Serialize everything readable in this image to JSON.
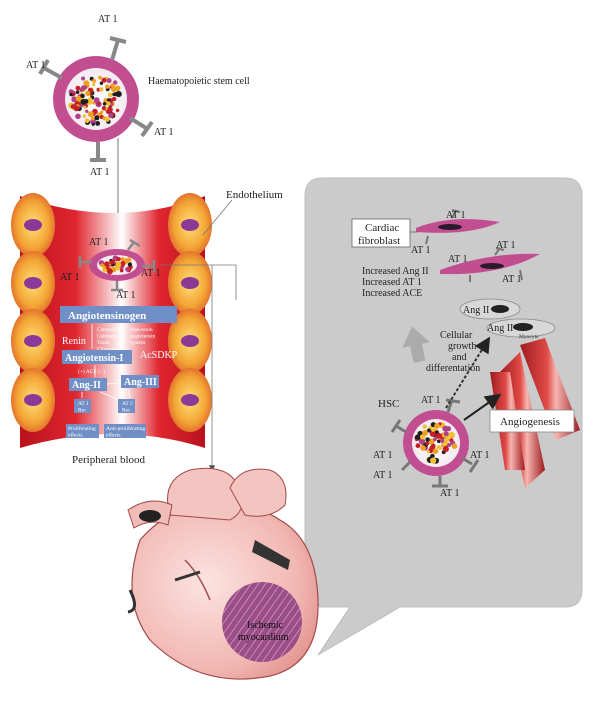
{
  "labels": {
    "stem_cell": "Haematopoietic stem cell",
    "at1": "AT 1",
    "endothelium": "Endothelium",
    "peripheral_blood": "Peripheral blood",
    "cardiac_fibroblast_line1": "Cardiac",
    "cardiac_fibroblast_line2": "fibroblast",
    "increased_ang2": "Increased Ang II",
    "increased_at1": "Increased AT 1",
    "increased_ace": "Increased ACE",
    "ang2": "Ang II",
    "myocyte": "Myocyte",
    "cellular_line1": "Cellular",
    "cellular_line2": "growth",
    "cellular_line3": "and",
    "cellular_line4": "differentation",
    "hsc": "HSC",
    "angiogenesis": "Angiogenesis",
    "ischemic_line1": "Ischemic",
    "ischemic_line2": "myocardium"
  },
  "pathway": {
    "angiotensinogen": "Angiotensinogen",
    "renin": "Renin",
    "enzymes": [
      "Catepsin D",
      "Catepsin G",
      "Tonin",
      "Chymase"
    ],
    "non_renin": [
      "Non-renin",
      "angiotensin",
      "system"
    ],
    "angiotensin1": "Angiotensin-I",
    "acsdkp": "AcSDKP",
    "ace": "(+) ACE (−)",
    "ang2": "Ang-II",
    "ang3": "Ang-III",
    "at1_rec": [
      "AT 1",
      "Rec"
    ],
    "at2_rec": [
      "AT 2",
      "Rec"
    ],
    "proliferating": [
      "Proliferating",
      "effects"
    ],
    "anti_proliferating": [
      "Anti-proliferating",
      "effects"
    ]
  },
  "colors": {
    "vessel_red": "#c8202a",
    "cell_membrane": "#b0408a",
    "pathway_box": "#5a7fb8",
    "callout_gray": "#c9c9c9"
  }
}
